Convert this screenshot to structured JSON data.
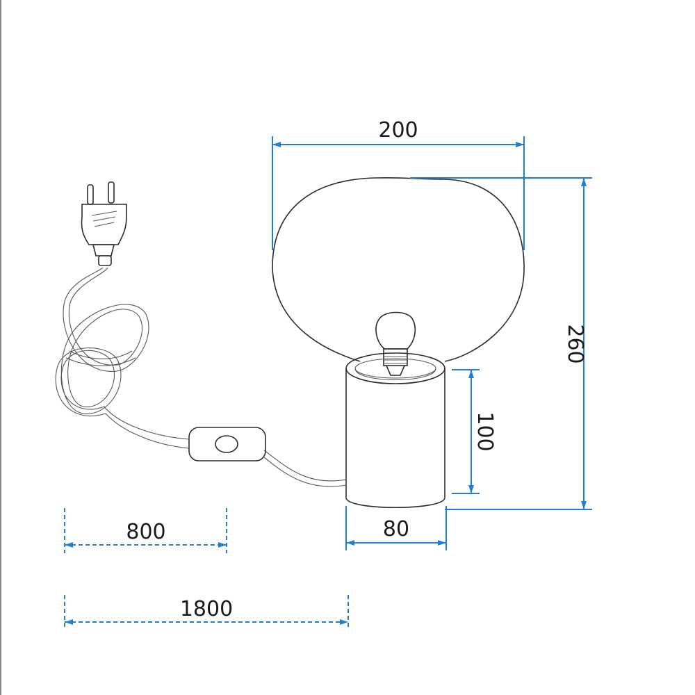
{
  "dimensions": {
    "shade_width": "200",
    "total_height": "260",
    "base_height": "100",
    "base_width": "80",
    "switch_cable": "800",
    "cable_length": "1800"
  },
  "colors": {
    "dimension_line": "#1f7fd6",
    "outline": "#2b2b2b"
  }
}
